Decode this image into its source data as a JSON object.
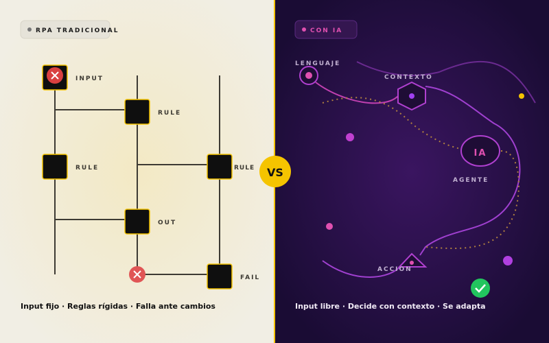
{
  "left": {
    "badge": "RPA TRADICIONAL",
    "nodes": {
      "input": "INPUT",
      "rule1": "RULE",
      "rule2": "RULE",
      "rule3": "RULE",
      "out": "OUT",
      "fail": "FAIL"
    },
    "caption": "Input fijo · Reglas rígidas · Falla ante cambios"
  },
  "vs": "VS",
  "right": {
    "badge": "CON IA",
    "nodes": {
      "lenguaje": "LENGUAJE",
      "contexto": "CONTEXTO",
      "ia": "IA",
      "agente": "AGENTE",
      "accion": "ACCION"
    },
    "caption": "Input libre · Decide con contexto · Se adapta"
  },
  "colors": {
    "accent_yellow": "#f5c400",
    "error_red": "#d94040",
    "success_green": "#22c55e",
    "pink": "#e050b0",
    "purple": "#a040d0"
  }
}
